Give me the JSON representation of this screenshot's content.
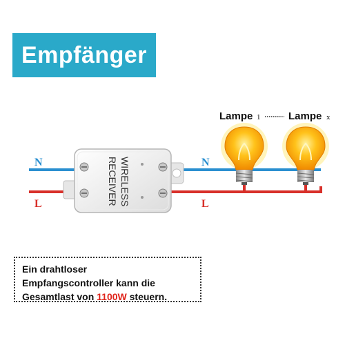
{
  "title": "Empfänger",
  "receiver": {
    "line1": "WIRELESS",
    "line2": "RECEIVER"
  },
  "wires": {
    "neutral_label": "N",
    "live_label": "L",
    "neutral_color": "#2a8fd0",
    "live_color": "#d8302a"
  },
  "lamps": {
    "first_label": "Lampe",
    "first_index": "1",
    "last_label": "Lampe",
    "last_index": "x"
  },
  "note": {
    "line1": "Ein drahtloser",
    "line2": "Empfangscontroller kann die",
    "line3_pre": "Gesamtlast von ",
    "line3_highlight": "1100W",
    "line3_post": " steuern."
  },
  "colors": {
    "brand": "#2aa9c9",
    "highlight": "#e0241b"
  }
}
